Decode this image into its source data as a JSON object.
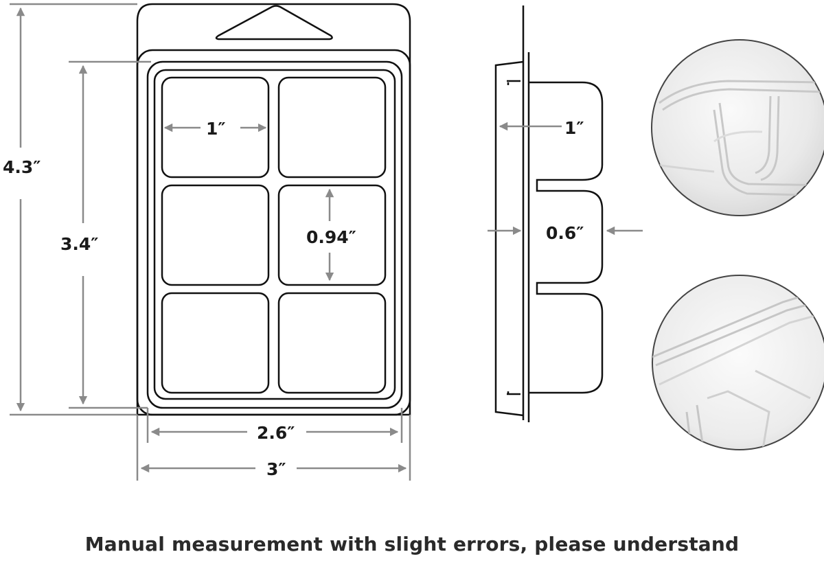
{
  "front_view": {
    "dims": {
      "overall_height": "4.3″",
      "tray_height": "3.4″",
      "cavity_width": "1″",
      "cavity_height": "0.94″",
      "tray_width": "2.6″",
      "overall_width": "3″"
    }
  },
  "side_view": {
    "dims": {
      "cavity_width": "1″",
      "cavity_depth": "0.6″"
    }
  },
  "detail_photos": [
    "top-detail-photo",
    "bottom-detail-photo"
  ],
  "caption": "Manual measurement with slight errors, please understand",
  "colors": {
    "line": "#111111",
    "dim_arrow": "#8a8a8a",
    "text": "#1a1a1a"
  }
}
